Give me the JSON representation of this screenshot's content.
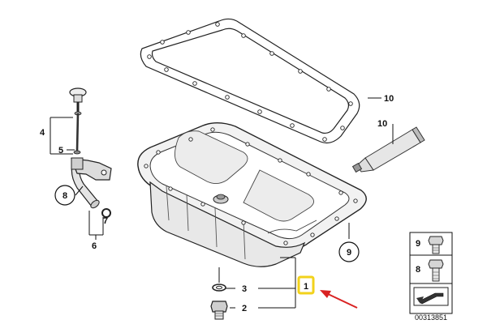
{
  "labels": {
    "l1": "1",
    "l2": "2",
    "l3": "3",
    "l4": "4",
    "l5": "5",
    "l6": "6",
    "l7": "7",
    "l8": "8",
    "l9": "9",
    "l10a": "10",
    "l10b": "10",
    "inset8": "8",
    "inset9": "9"
  },
  "catalog_number": "00313851",
  "colors": {
    "highlight": "#f2d21b",
    "arrow": "#d92222",
    "ink": "#111111"
  }
}
